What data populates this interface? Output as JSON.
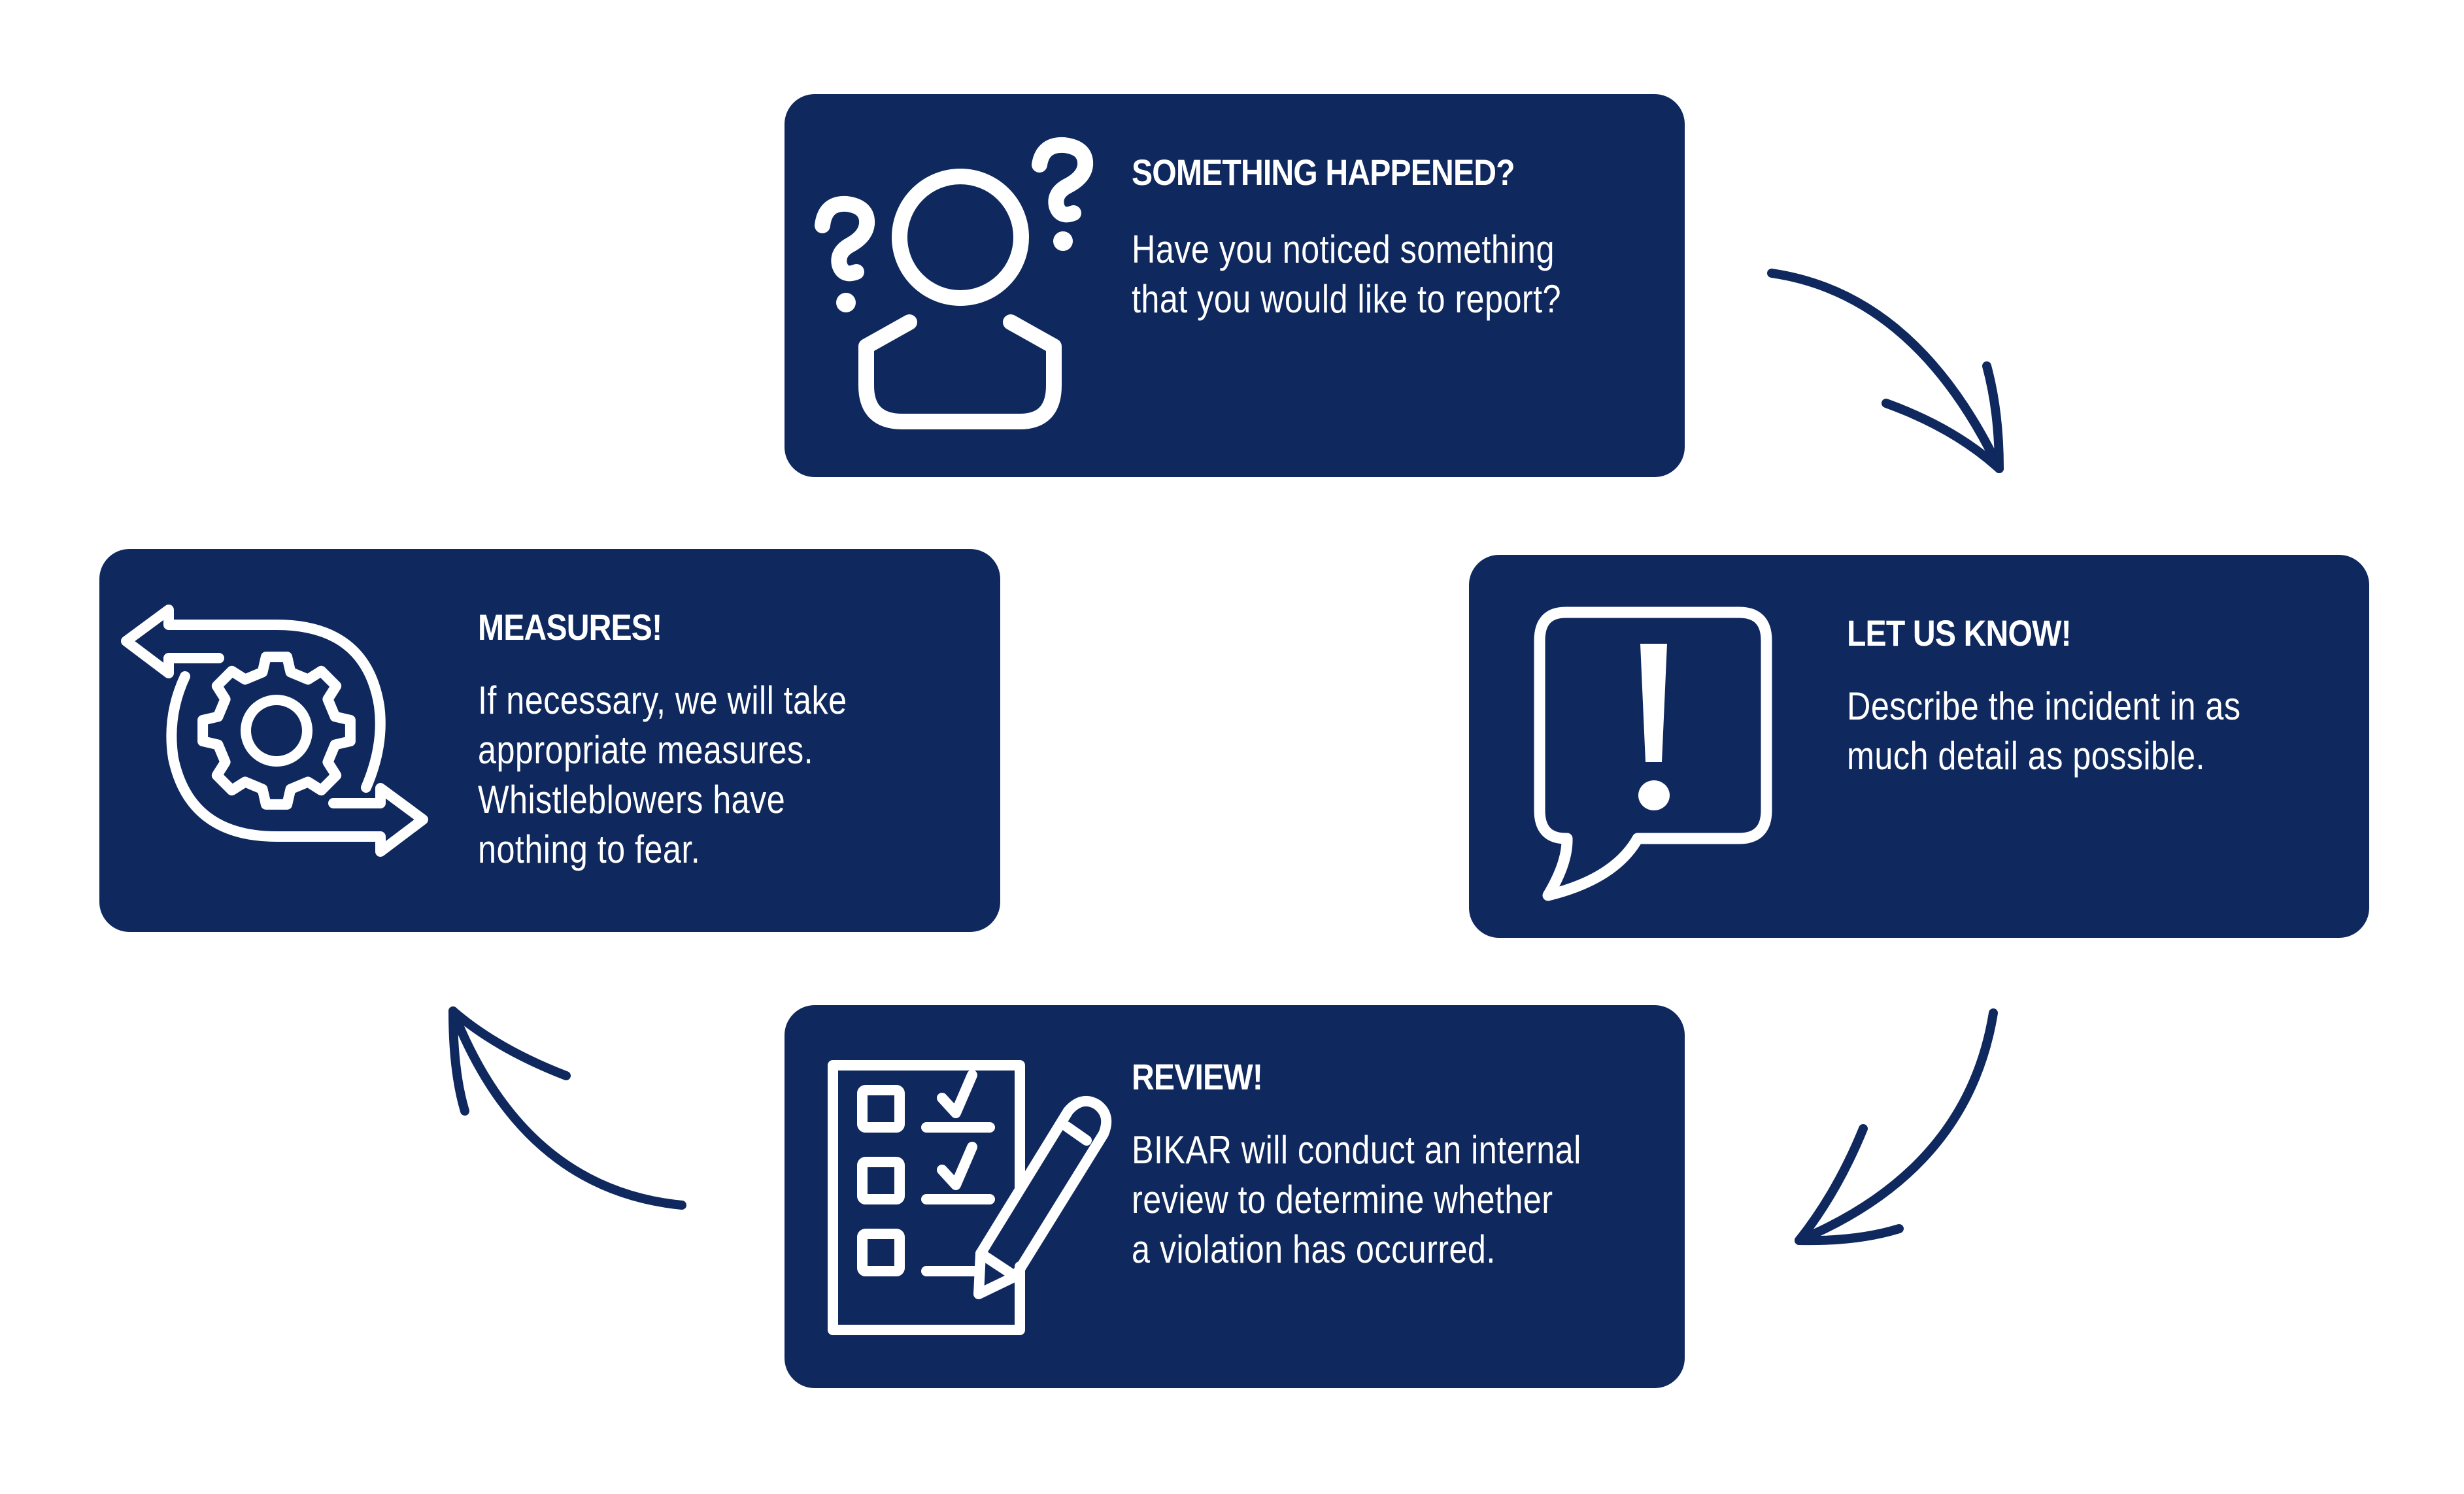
{
  "colors": {
    "card": "#0f285e",
    "arrow": "#0f285e",
    "text": "#ffffff",
    "background": "#ffffff"
  },
  "steps": [
    {
      "id": "something-happened",
      "icon": "person-question-icon",
      "title": "SOMETHING HAPPENED?",
      "body_lines": [
        "Have you noticed something",
        "that you would like to report?"
      ]
    },
    {
      "id": "let-us-know",
      "icon": "speech-bubble-exclamation-icon",
      "title": "LET US KNOW!",
      "body_lines": [
        "Describe the incident in as",
        "much detail as possible."
      ]
    },
    {
      "id": "review",
      "icon": "checklist-pencil-icon",
      "title": "REVIEW!",
      "body_lines": [
        "BIKAR will conduct an internal",
        "review to determine whether",
        "a violation has occurred."
      ]
    },
    {
      "id": "measures",
      "icon": "gear-cycle-arrows-icon",
      "title": "MEASURES!",
      "body_lines": [
        "If necessary, we will take",
        "appropriate measures.",
        "Whistleblowers have",
        "nothing to fear."
      ]
    }
  ],
  "flow": [
    {
      "from": "something-happened",
      "to": "let-us-know",
      "icon": "curved-arrow-icon"
    },
    {
      "from": "let-us-know",
      "to": "review",
      "icon": "curved-arrow-icon"
    },
    {
      "from": "review",
      "to": "measures",
      "icon": "curved-arrow-icon"
    }
  ]
}
